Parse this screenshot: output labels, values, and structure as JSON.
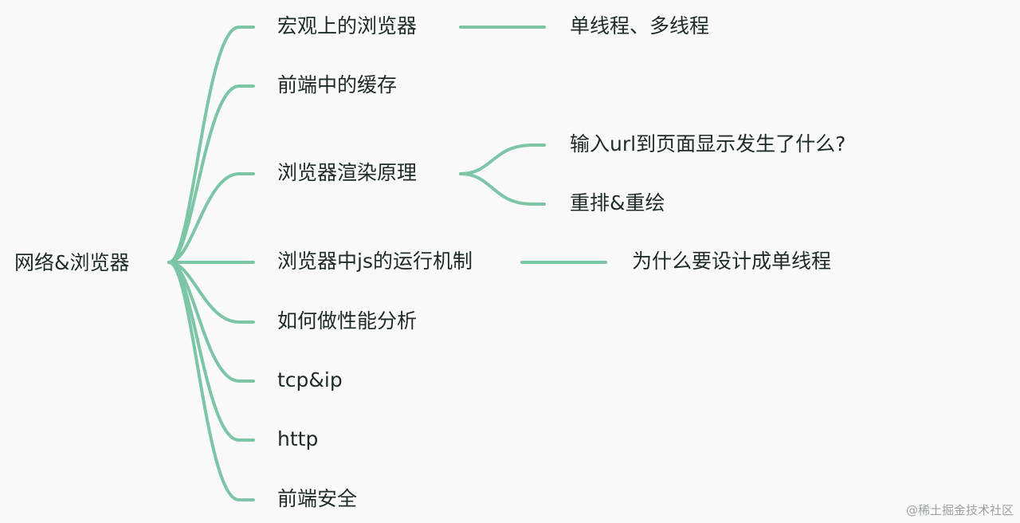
{
  "mindmap": {
    "root": "网络&浏览器",
    "line_color": "#7cc5a6",
    "branches": [
      {
        "label": "宏观上的浏览器",
        "children": [
          "单线程、多线程"
        ]
      },
      {
        "label": "前端中的缓存",
        "children": []
      },
      {
        "label": "浏览器渲染原理",
        "children": [
          "输入url到页面显示发生了什么?",
          "重排&重绘"
        ]
      },
      {
        "label": "浏览器中js的运行机制",
        "children": [
          "为什么要设计成单线程"
        ]
      },
      {
        "label": "如何做性能分析",
        "children": []
      },
      {
        "label": "tcp&ip",
        "children": []
      },
      {
        "label": "http",
        "children": []
      },
      {
        "label": "前端安全",
        "children": []
      }
    ]
  },
  "watermark": "@稀土掘金技术社区"
}
